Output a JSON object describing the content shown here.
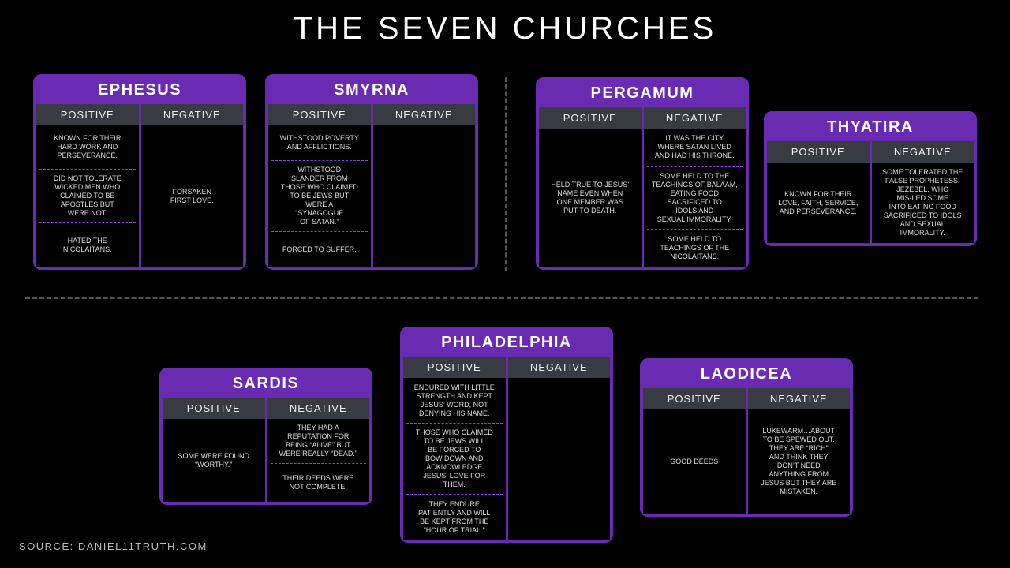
{
  "title": "THE SEVEN CHURCHES",
  "source": "SOURCE: DANIEL11TRUTH.COM",
  "labels": {
    "positive": "POSITIVE",
    "negative": "NEGATIVE"
  },
  "churches": [
    {
      "name": "EPHESUS",
      "positive": [
        "KNOWN FOR THEIR\nHARD WORK AND\nPERSEVERANCE.",
        "DID NOT TOLERATE\nWICKED MEN WHO\nCLAIMED TO BE\nAPOSTLES BUT\nWERE NOT.",
        "HATED THE\nNICOLAITANS."
      ],
      "negative": [
        "FORSAKEN\nFIRST LOVE."
      ]
    },
    {
      "name": "SMYRNA",
      "positive": [
        "WITHSTOOD POVERTY\nAND AFFLICTIONS.",
        "WITHSTOOD\nSLANDER FROM\nTHOSE WHO CLAIMED\nTO BE JEWS BUT\nWERE A\n“SYNAGOGUE\nOF SATAN.”",
        "FORCED TO SUFFER."
      ],
      "negative": []
    },
    {
      "name": "PERGAMUM",
      "positive": [
        "HELD TRUE TO JESUS’\nNAME EVEN WHEN\nONE MEMBER WAS\nPUT TO DEATH."
      ],
      "negative": [
        "IT WAS THE CITY\nWHERE SATAN LIVED\nAND HAD HIS THRONE.",
        "SOME HELD TO THE\nTEACHINGS OF BALAAM,\nEATING FOOD\nSACRIFICED TO\nIDOLS AND\nSEXUAL IMMORALITY.",
        "SOME HELD TO\nTEACHINGS OF THE\nNICOLAITANS."
      ]
    },
    {
      "name": "THYATIRA",
      "positive": [
        "KNOWN FOR THEIR\nLOVE, FAITH, SERVICE,\nAND PERSEVERANCE."
      ],
      "negative": [
        "SOME TOLERATED THE\nFALSE PROPHETESS,\nJEZEBEL, WHO\nMIS-LED SOME\nINTO EATING FOOD\nSACRIFICED TO IDOLS\nAND SEXUAL\nIMMORALITY."
      ]
    },
    {
      "name": "SARDIS",
      "positive": [
        "SOME WERE FOUND\n“WORTHY.”"
      ],
      "negative": [
        "THEY HAD A\nREPUTATION FOR\nBEING “ALIVE” BUT\nWERE REALLY “DEAD.”",
        "THEIR DEEDS WERE\nNOT COMPLETE."
      ]
    },
    {
      "name": "PHILADELPHIA",
      "positive": [
        "ENDURED WITH LITTLE\nSTRENGTH AND KEPT\nJESUS’ WORD, NOT\nDENYING HIS NAME.",
        "THOSE WHO CLAIMED\nTO BE JEWS WILL\nBE FORCED TO\nBOW DOWN AND\nACKNOWLEDGE\nJESUS’ LOVE FOR\nTHEM.",
        "THEY ENDURE\nPATIENTLY AND WILL\nBE KEPT FROM THE\n“HOUR OF TRIAL.”"
      ],
      "negative": []
    },
    {
      "name": "LAODICEA",
      "positive": [
        "GOOD DEEDS"
      ],
      "negative": [
        "LUKEWARM…ABOUT\nTO BE SPEWED OUT.\nTHEY ARE “RICH”\nAND THINK THEY\nDON’T NEED\nANYTHING FROM\nJESUS BUT THEY ARE\nMISTAKEN."
      ]
    }
  ]
}
